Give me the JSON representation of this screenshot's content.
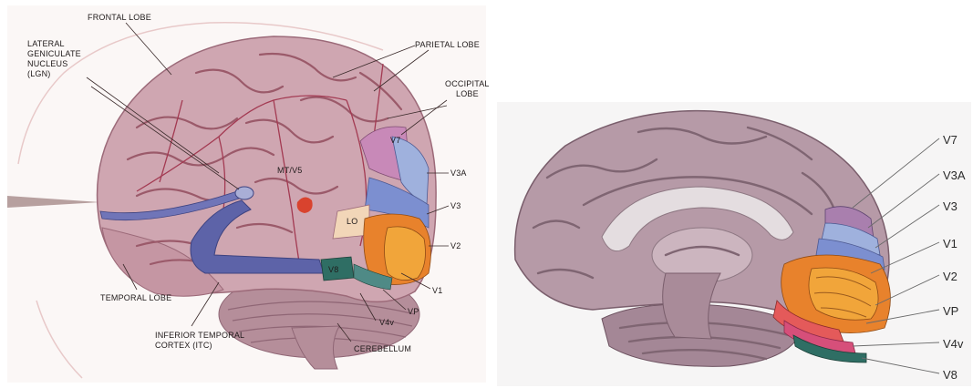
{
  "left_panel": {
    "labels": {
      "frontal_lobe": "FRONTAL LOBE",
      "lgn_line1": "LATERAL",
      "lgn_line2": "GENICULATE",
      "lgn_line3": "NUCLEUS",
      "lgn_line4": "(LGN)",
      "parietal_lobe": "PARIETAL LOBE",
      "occipital_line1": "OCCIPITAL",
      "occipital_line2": "LOBE",
      "v7": "V7",
      "mt_v5": "MT/V5",
      "v3a": "V3A",
      "v3": "V3",
      "lo": "LO",
      "v2": "V2",
      "v8": "V8",
      "v1": "V1",
      "vp": "VP",
      "v4v": "V4v",
      "temporal_lobe": "TEMPORAL LOBE",
      "itc_line1": "INFERIOR TEMPORAL",
      "itc_line2": "CORTEX (ITC)",
      "cerebellum": "CEREBELLUM"
    }
  },
  "right_panel": {
    "labels": {
      "v7": "V7",
      "v3a": "V3A",
      "v3": "V3",
      "v1": "V1",
      "v2": "V2",
      "vp": "VP",
      "v4v": "V4v",
      "v8": "V8"
    }
  },
  "colors": {
    "cortex": "#c9a1ad",
    "cortex_dark": "#b2828f",
    "v1": "#f1a53a",
    "v2": "#e8822c",
    "v3": "#7c8fd0",
    "v3a": "#9fb1dd",
    "v7": "#c889b8",
    "vp": "#e45a5a",
    "v4v": "#d64f7a",
    "v8": "#2f6e64",
    "lo": "#f2d6b8",
    "mt": "#d9432e",
    "optic_tract": "#5d63a8"
  }
}
